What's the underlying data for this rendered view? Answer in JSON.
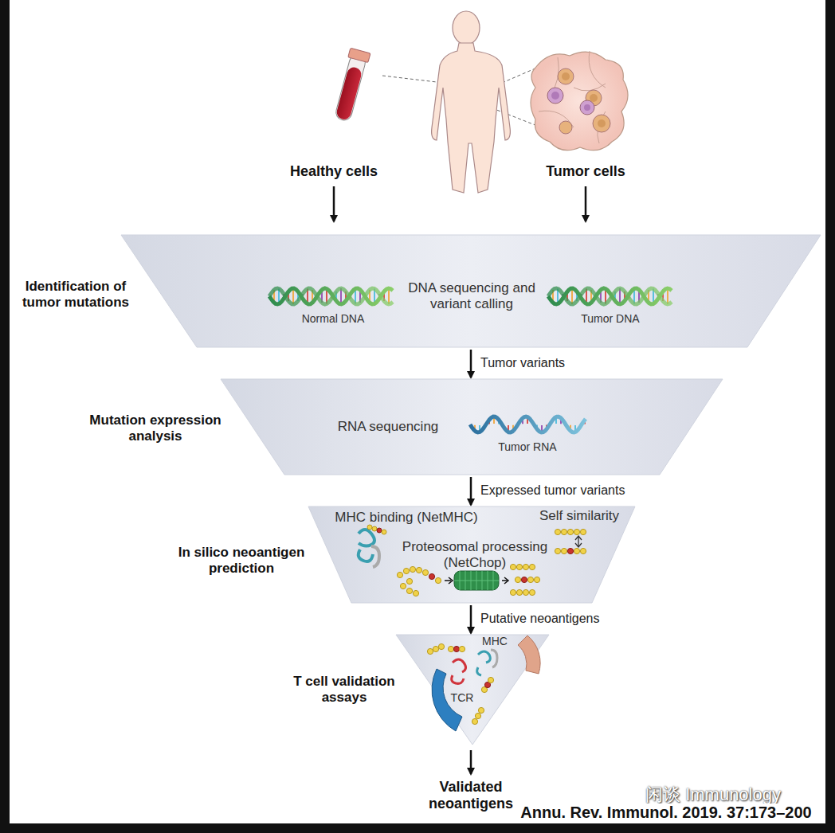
{
  "diagram": {
    "nodes": [
      {
        "text": [
          "Identification of tumor mutations",
          "DNA sequencing and variant calling",
          "Normal DNA",
          "Tumor DNA"
        ]
      },
      {
        "text": [
          "Mutation expression analysis",
          "RNA sequencing",
          "Tumor RNA"
        ]
      },
      {
        "text": [
          "In silico neoantigen prediction",
          "MHC binding (NetMHC)",
          "Self similarity",
          "Proteosomal processing (NetChop)"
        ]
      },
      {
        "text": [
          "T cell validation assays",
          "MHC",
          "TCR"
        ]
      }
    ],
    "edges": [
      {
        "from": 0,
        "to": 1,
        "label": "Tumor variants",
        "arrow": "to"
      },
      {
        "from": 1,
        "to": 2,
        "label": "Expressed tumor variants",
        "arrow": "to"
      },
      {
        "from": 2,
        "to": 3,
        "label": "Putative neoantigens",
        "arrow": "to"
      }
    ],
    "labels": [
      "Healthy cells",
      "Tumor cells",
      "Validated neoantigens",
      "闲谈 Immunology",
      "Annu. Rev. Immunol. 2019. 37:173–200"
    ]
  }
}
